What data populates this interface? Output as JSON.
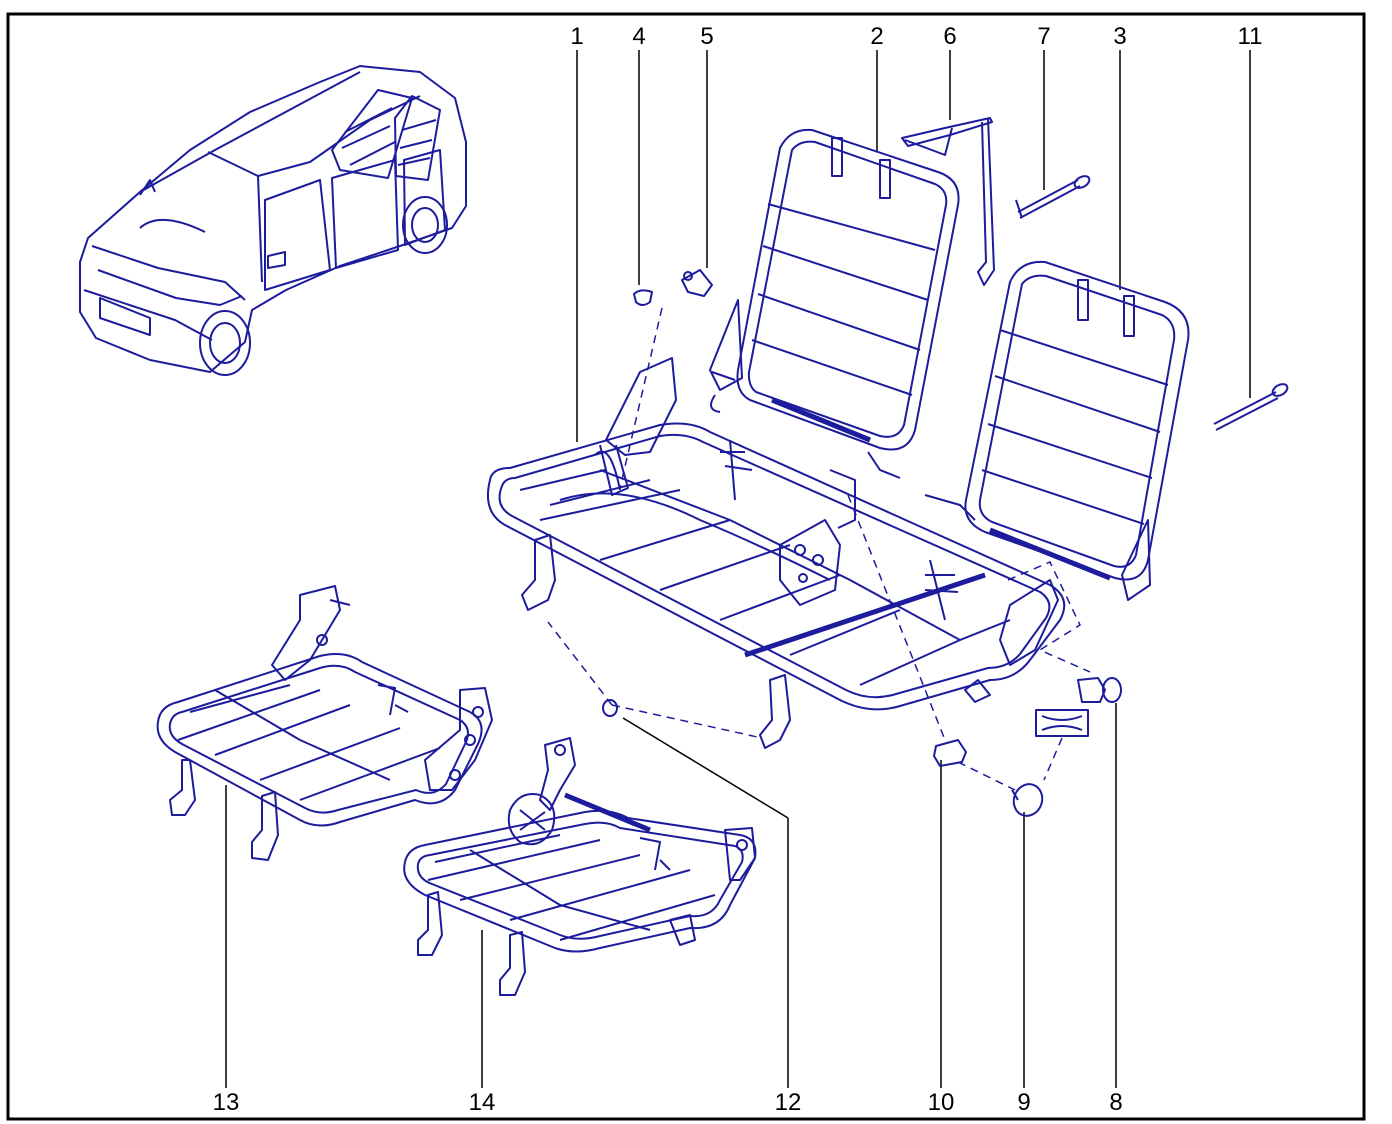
{
  "colors": {
    "line": "#1c1c9c",
    "frame": "#000000",
    "background": "#ffffff"
  },
  "callouts": {
    "top": [
      "1",
      "4",
      "5",
      "2",
      "6",
      "7",
      "3",
      "11"
    ],
    "bottom": [
      "13",
      "14",
      "12",
      "10",
      "9",
      "8"
    ]
  },
  "parts": {
    "vehicle": "vehicle-overview",
    "bench": "rear-bench-seat-frame",
    "backrest_left": "backrest-frame-2",
    "backrest_right": "backrest-frame-3",
    "seat_13": "single-seat-frame-13",
    "seat_14": "single-seat-frame-14"
  }
}
